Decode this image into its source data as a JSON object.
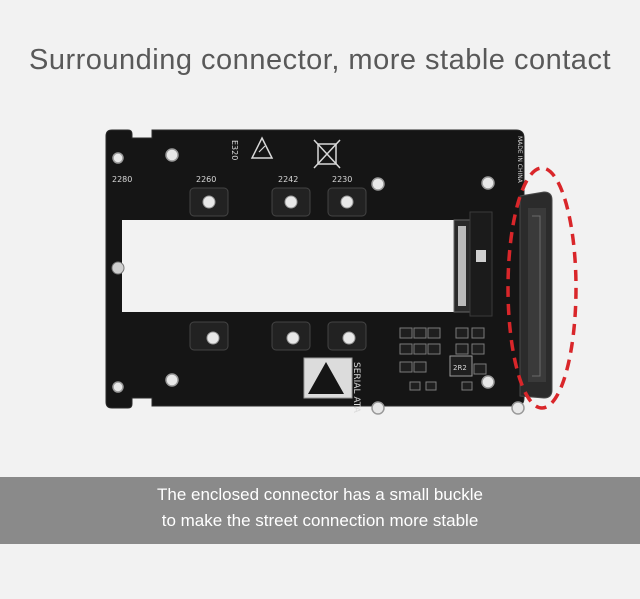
{
  "headline": "Surrounding connector, more stable contact",
  "caption": {
    "line1": "The enclosed connector has a small buckle",
    "line2": "to make the street connection more stable",
    "band_color": "#8a8a8a"
  },
  "board": {
    "size_markers": [
      "2280",
      "2260",
      "2242",
      "2230"
    ],
    "made_in": "MADE IN CHINA",
    "logo_text": "SERIAL ATA",
    "inductor_label": "2R2",
    "mirror_code": "E320",
    "board_color": "#151515",
    "highlight_color": "#d9262a"
  },
  "icons": {
    "esd": "esd-warning-icon",
    "weee": "weee-crossed-bin-icon"
  }
}
